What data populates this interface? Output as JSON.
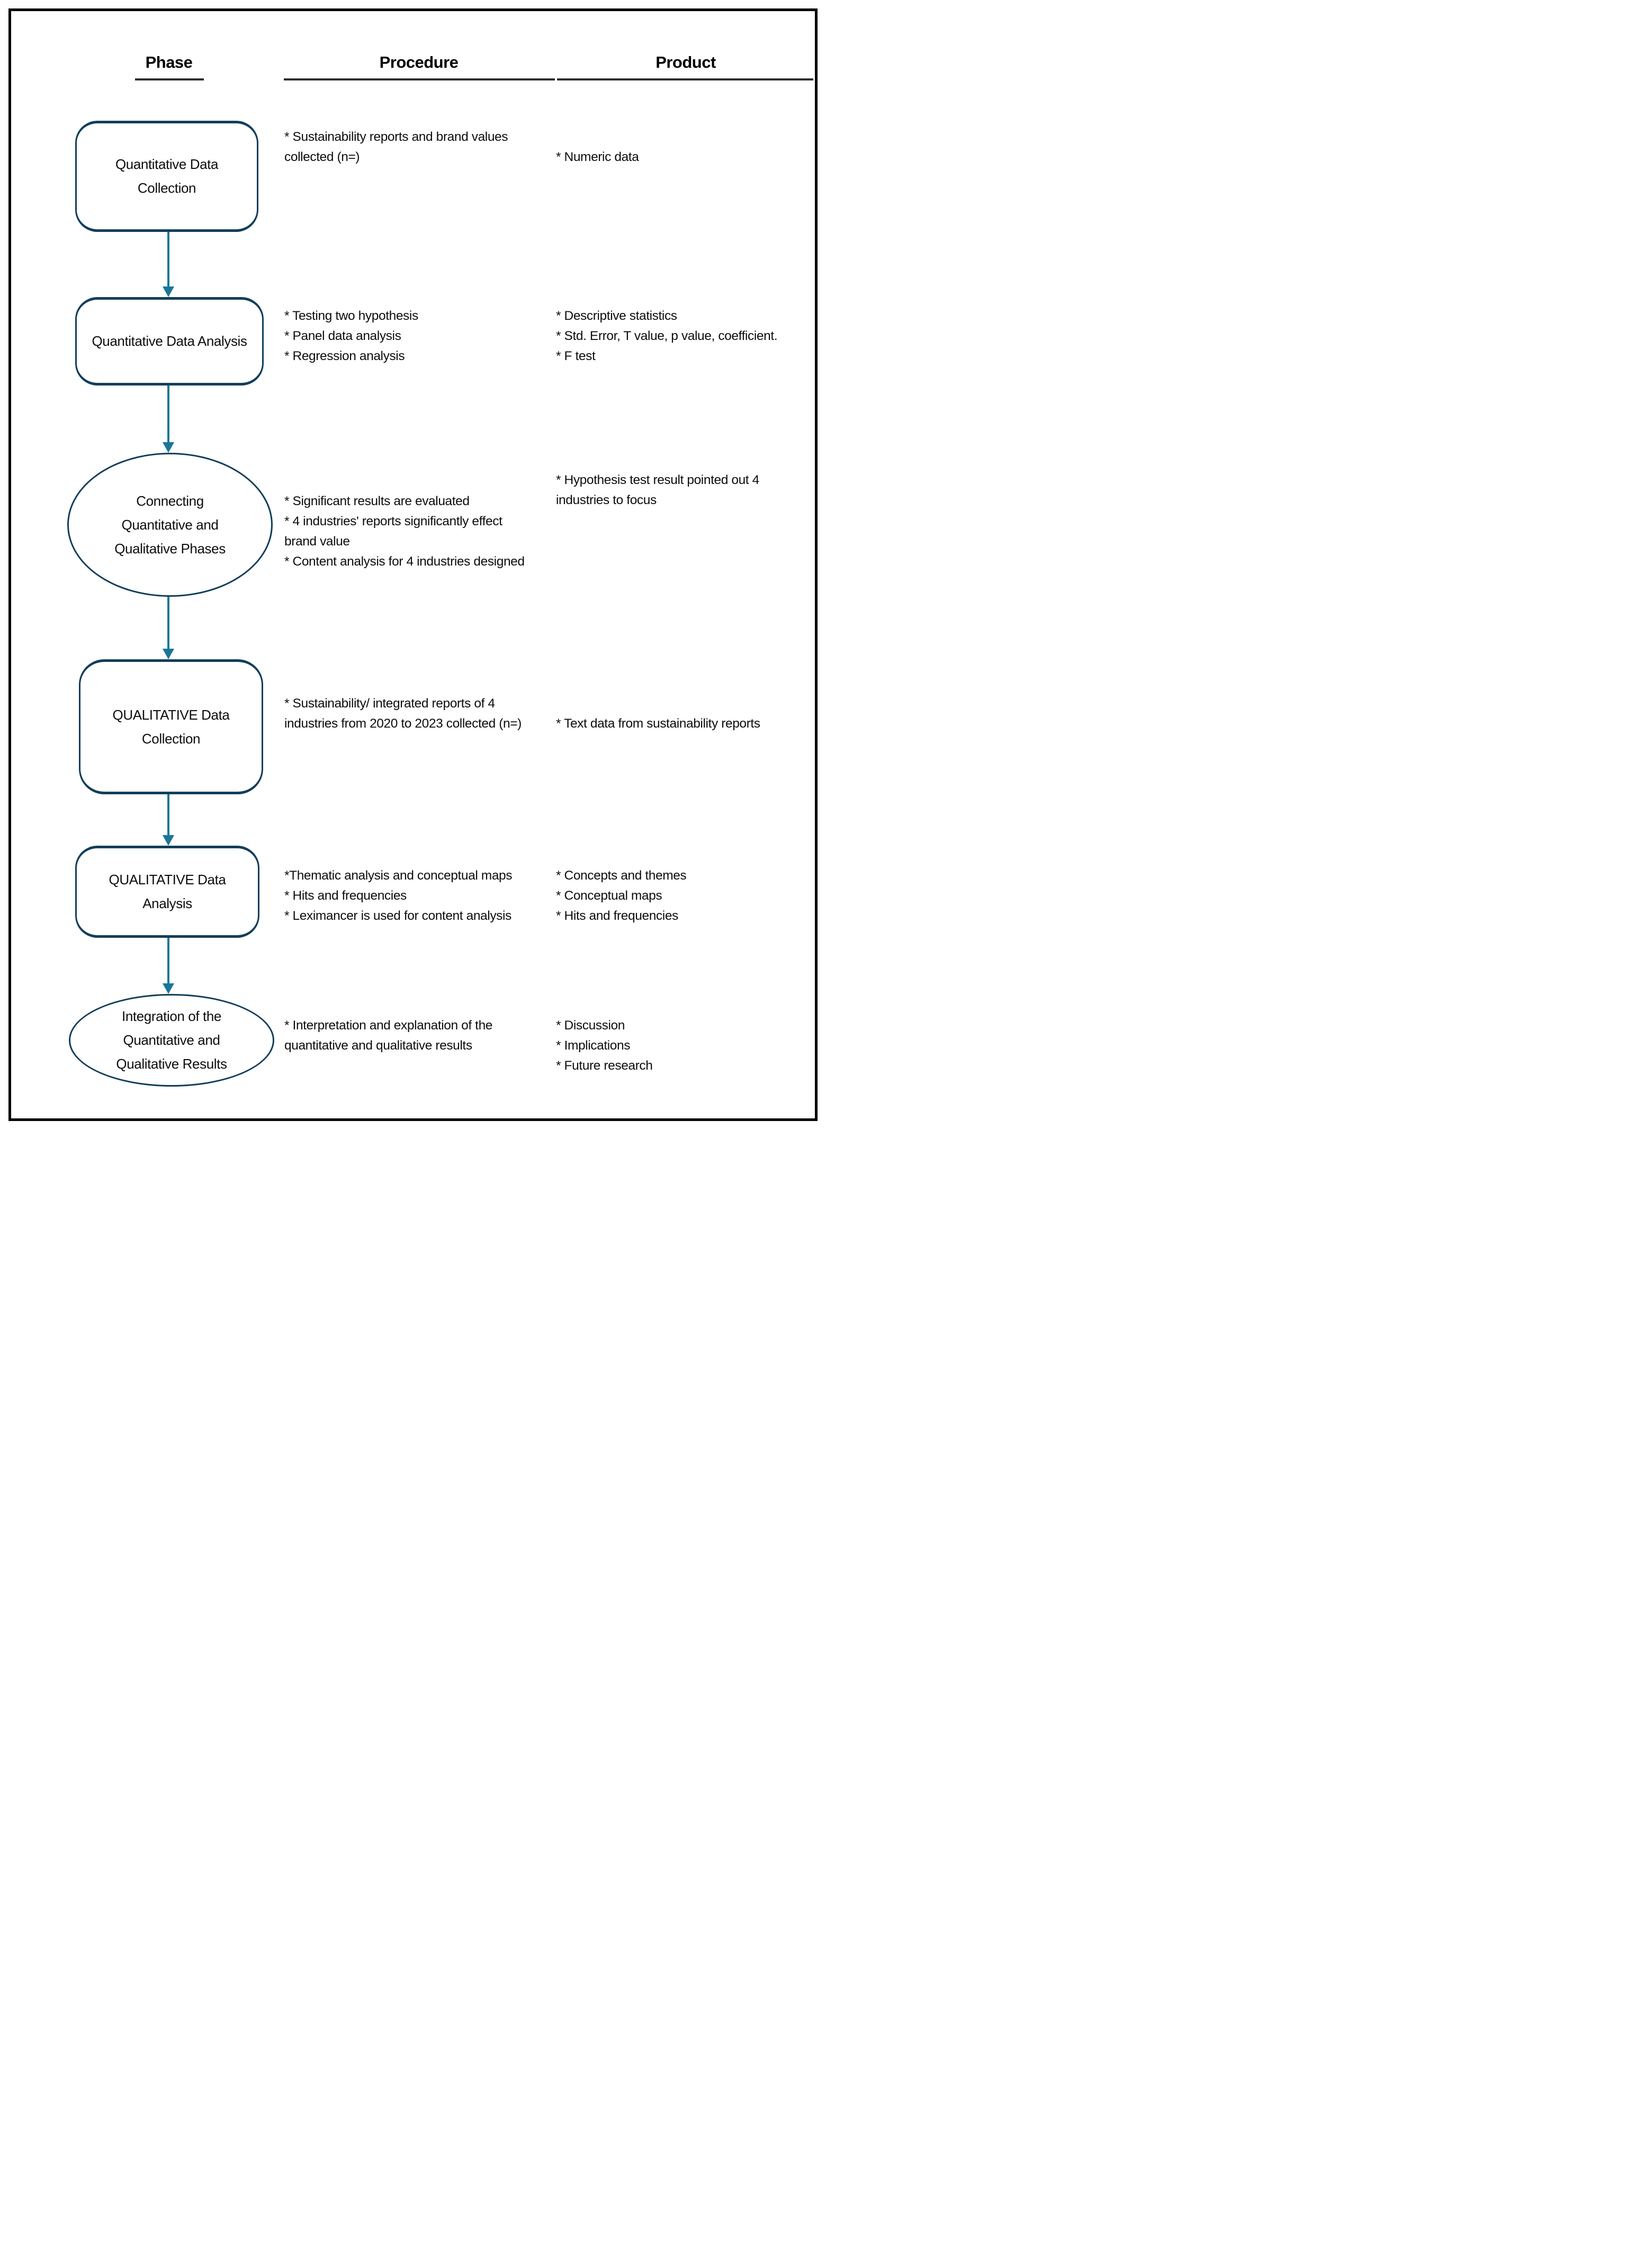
{
  "header": {
    "phase": "Phase",
    "procedure": "Procedure",
    "product": "Product"
  },
  "rows": [
    {
      "shape": "rounded-rect",
      "phase_label": "Quantitative Data\nCollection",
      "procedure": "* Sustainability reports and brand values\ncollected (n=)",
      "product": "* Numeric data"
    },
    {
      "shape": "rounded-rect",
      "phase_label": "Quantitative Data Analysis",
      "procedure": "* Testing two hypothesis\n* Panel data analysis\n* Regression analysis",
      "product": "* Descriptive statistics\n* Std. Error, T value, p value, coefficient.\n* F test"
    },
    {
      "shape": "ellipse",
      "phase_label": "Connecting\nQuantitative and\nQualitative Phases",
      "procedure": "* Significant results are evaluated\n* 4 industries' reports significantly effect\nbrand value\n* Content analysis for 4 industries designed",
      "product": "* Hypothesis test result pointed out 4\nindustries to focus"
    },
    {
      "shape": "rounded-rect",
      "phase_label": "QUALITATIVE Data\nCollection",
      "procedure": "* Sustainability/ integrated reports of 4\nindustries from 2020 to 2023 collected (n=)",
      "product": "* Text data from sustainability reports"
    },
    {
      "shape": "rounded-rect",
      "phase_label": "QUALITATIVE Data\nAnalysis",
      "procedure": "*Thematic analysis and conceptual maps\n* Hits and frequencies\n* Leximancer is used for content analysis",
      "product": "* Concepts and themes\n* Conceptual maps\n* Hits and frequencies"
    },
    {
      "shape": "ellipse",
      "phase_label": "Integration of the\nQuantitative and\nQualitative Results",
      "procedure": "* Interpretation and explanation of the\nquantitative and qualitative results",
      "product": "* Discussion\n* Implications\n* Future research"
    }
  ],
  "colors": {
    "frame": "#000000",
    "shape_border": "#123e5a",
    "arrow": "#1a7698",
    "header_underline": "#2f2f2f",
    "text": "#0d0d0d"
  }
}
